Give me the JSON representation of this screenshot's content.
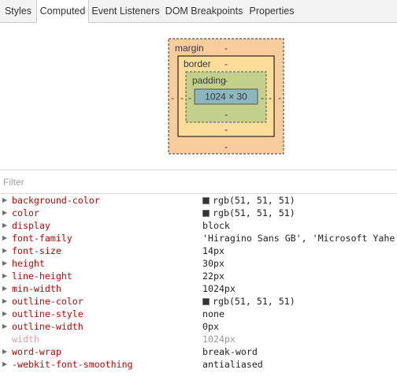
{
  "tabs": [
    {
      "label": "Styles",
      "active": false
    },
    {
      "label": "Computed",
      "active": true
    },
    {
      "label": "Event Listeners",
      "active": false
    },
    {
      "label": "DOM Breakpoints",
      "active": false
    },
    {
      "label": "Properties",
      "active": false
    }
  ],
  "box_model": {
    "margin_label": "margin",
    "border_label": "border",
    "padding_label": "padding",
    "content_size": "1024 × 30",
    "margin": {
      "top": "-",
      "right": "-",
      "bottom": "-",
      "left": "-"
    },
    "border": {
      "top": "-",
      "right": "-",
      "bottom": "-",
      "left": "-"
    },
    "padding": {
      "top": "-",
      "right": "-",
      "bottom": "-",
      "left": "-"
    },
    "colors": {
      "margin": "#f9cc9d",
      "border": "#fcdd9a",
      "padding": "#c3d08b",
      "content": "#8cb6c0"
    }
  },
  "filter": {
    "placeholder": "Filter",
    "value": ""
  },
  "properties": [
    {
      "name": "background-color",
      "value": "rgb(51, 51, 51)",
      "swatch": "#333333",
      "expandable": true,
      "inherited": false
    },
    {
      "name": "color",
      "value": "rgb(51, 51, 51)",
      "swatch": "#333333",
      "expandable": true,
      "inherited": false
    },
    {
      "name": "display",
      "value": "block",
      "expandable": true,
      "inherited": false
    },
    {
      "name": "font-family",
      "value": "'Hiragino Sans GB', 'Microsoft Yahe",
      "expandable": true,
      "inherited": false
    },
    {
      "name": "font-size",
      "value": "14px",
      "expandable": true,
      "inherited": false
    },
    {
      "name": "height",
      "value": "30px",
      "expandable": true,
      "inherited": false
    },
    {
      "name": "line-height",
      "value": "22px",
      "expandable": true,
      "inherited": false
    },
    {
      "name": "min-width",
      "value": "1024px",
      "expandable": true,
      "inherited": false
    },
    {
      "name": "outline-color",
      "value": "rgb(51, 51, 51)",
      "swatch": "#333333",
      "expandable": true,
      "inherited": false
    },
    {
      "name": "outline-style",
      "value": "none",
      "expandable": true,
      "inherited": false
    },
    {
      "name": "outline-width",
      "value": "0px",
      "expandable": true,
      "inherited": false
    },
    {
      "name": "width",
      "value": "1024px",
      "expandable": false,
      "inherited": true
    },
    {
      "name": "word-wrap",
      "value": "break-word",
      "expandable": true,
      "inherited": false
    },
    {
      "name": "-webkit-font-smoothing",
      "value": "antialiased",
      "expandable": true,
      "inherited": false
    }
  ]
}
